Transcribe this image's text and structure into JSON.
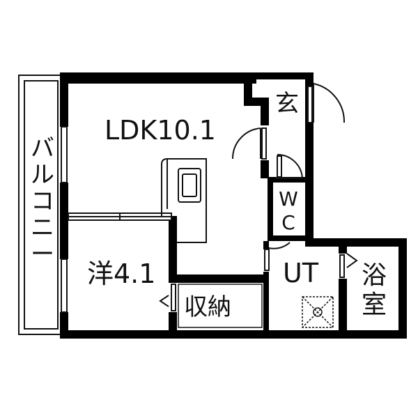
{
  "rooms": {
    "ldk": "LDK10.1",
    "yo": "洋4.1",
    "shunou": "収納",
    "ut": "UT",
    "genkan": "玄",
    "wc": [
      "W",
      "C"
    ],
    "yokushitsu": [
      "浴",
      "室"
    ],
    "balcony": [
      "バ",
      "ル",
      "コ",
      "ニ",
      "ー"
    ]
  },
  "colors": {
    "wall": "#000000",
    "thin_line": "#111111",
    "background": "#ffffff"
  }
}
